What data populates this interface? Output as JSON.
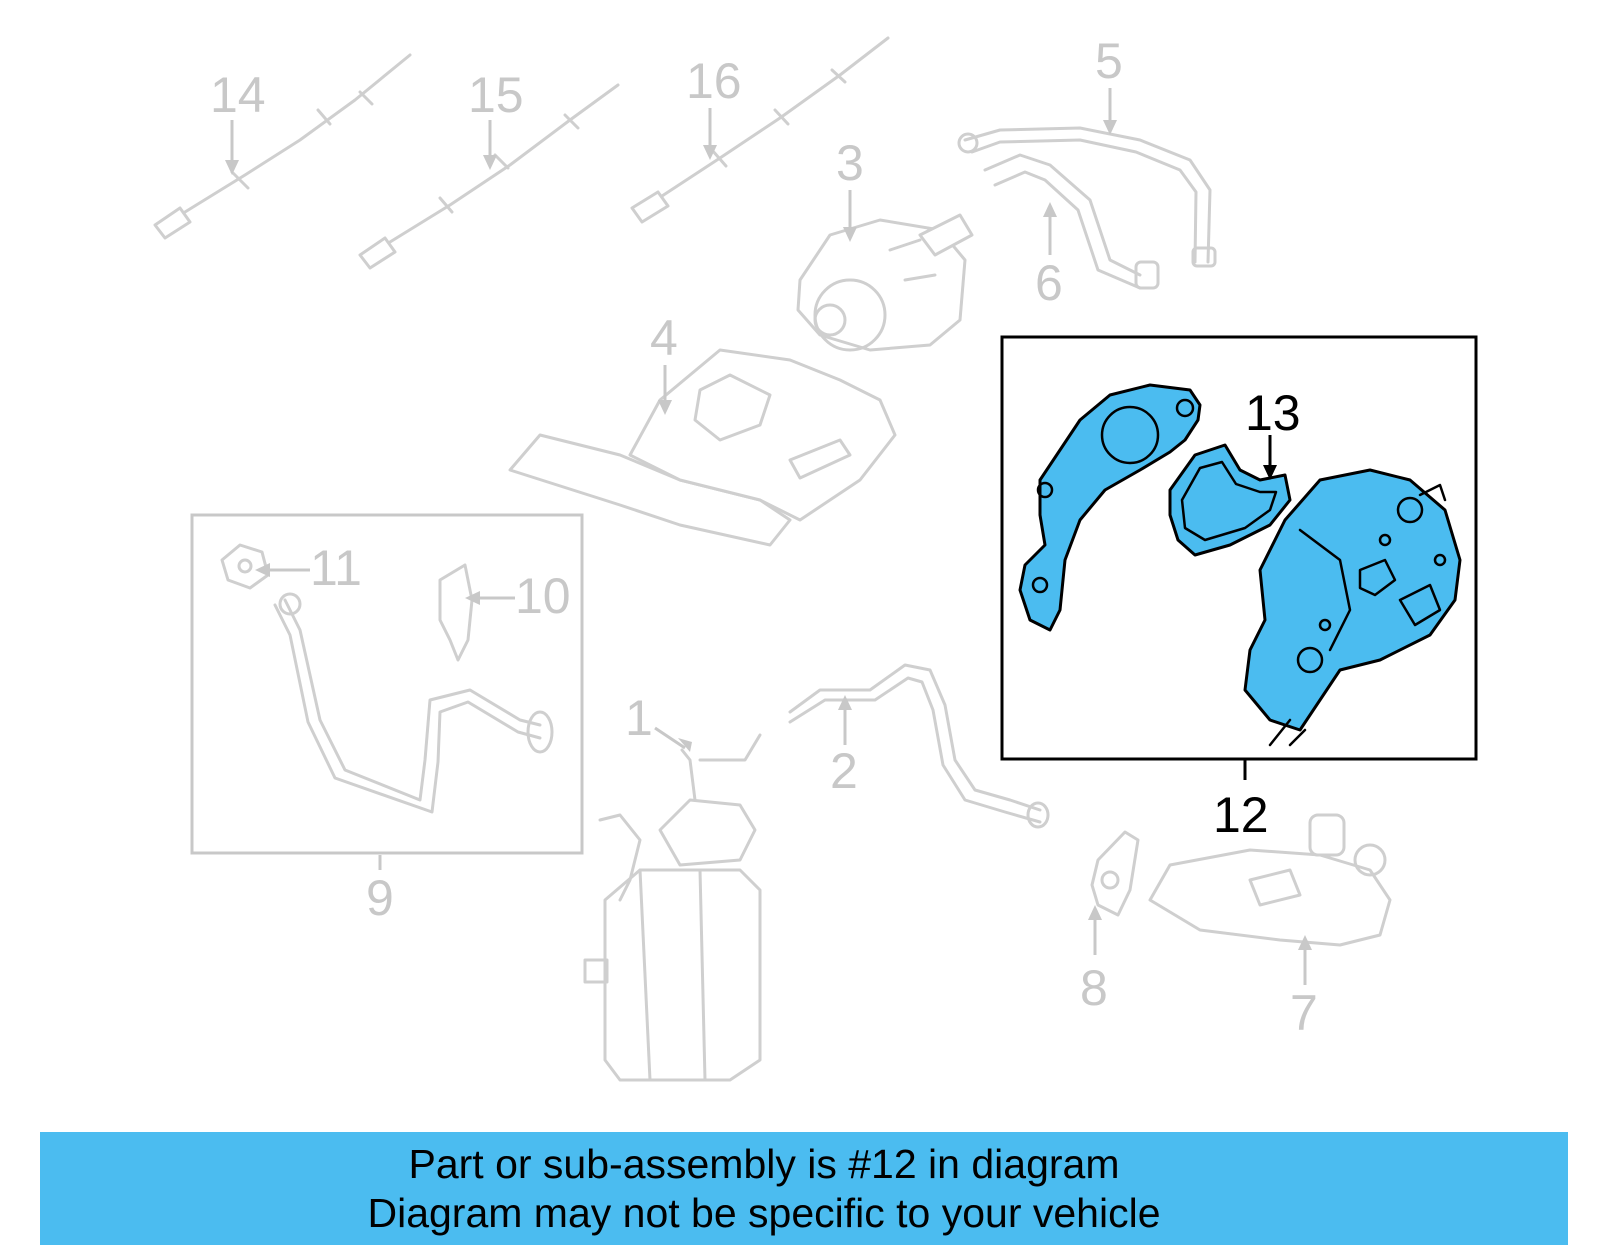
{
  "diagram": {
    "callouts": [
      {
        "id": "1",
        "label": "1"
      },
      {
        "id": "2",
        "label": "2"
      },
      {
        "id": "3",
        "label": "3"
      },
      {
        "id": "4",
        "label": "4"
      },
      {
        "id": "5",
        "label": "5"
      },
      {
        "id": "6",
        "label": "6"
      },
      {
        "id": "7",
        "label": "7"
      },
      {
        "id": "8",
        "label": "8"
      },
      {
        "id": "9",
        "label": "9"
      },
      {
        "id": "10",
        "label": "10"
      },
      {
        "id": "11",
        "label": "11"
      },
      {
        "id": "12",
        "label": "12"
      },
      {
        "id": "13",
        "label": "13"
      },
      {
        "id": "14",
        "label": "14"
      },
      {
        "id": "15",
        "label": "15"
      },
      {
        "id": "16",
        "label": "16"
      }
    ],
    "highlighted_part": "12",
    "highlight_color": "#4bbcf0",
    "ghost_color": "#cfcfcf"
  },
  "banner": {
    "line1": "Part or sub-assembly is #12 in diagram",
    "line2": "Diagram may not be specific to your vehicle",
    "background": "#4bbcf0"
  }
}
